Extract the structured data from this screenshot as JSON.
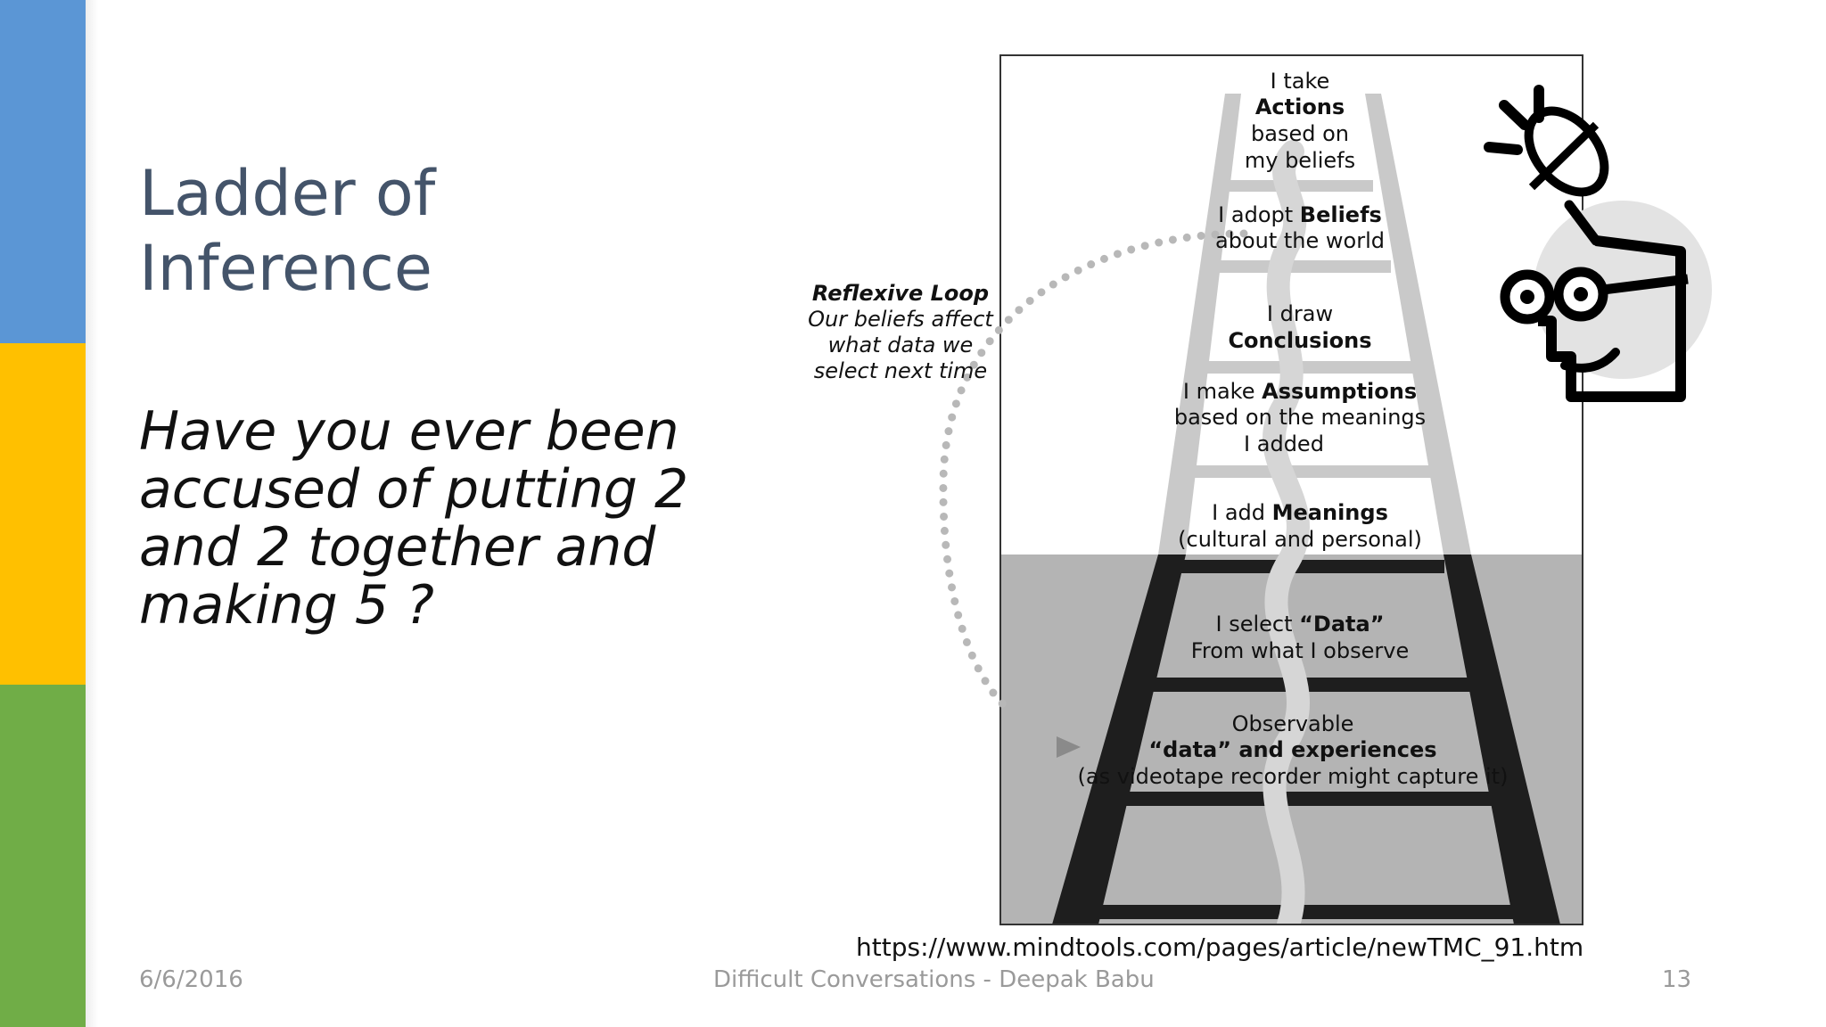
{
  "slide": {
    "title_lines": [
      "Ladder of",
      "Inference"
    ],
    "question_lines": [
      "Have you ever been",
      "accused of putting 2",
      "and 2 together and",
      "making 5 ?"
    ],
    "source_url": "https://www.mindtools.com/pages/article/newTMC_91.htm"
  },
  "diagram": {
    "reflexive_loop": {
      "title": "Reflexive Loop",
      "lines": [
        "Our beliefs affect",
        "what data we",
        "select next time"
      ]
    },
    "rungs": {
      "actions": {
        "l1": "I take",
        "l2": "Actions",
        "l3": "based on",
        "l4": "my beliefs"
      },
      "beliefs": {
        "pre": "I adopt ",
        "bold": "Beliefs",
        "l2": "about the world"
      },
      "conclusions": {
        "l1": "I draw",
        "l2": "Conclusions"
      },
      "assumptions": {
        "pre": "I make ",
        "bold": "Assumptions",
        "l2": "based on the meanings",
        "l3": "I  added"
      },
      "meanings": {
        "pre": "I add ",
        "bold": "Meanings",
        "l2": "(cultural and personal)"
      },
      "data": {
        "pre": "I select ",
        "bold": "“Data”",
        "l2": "From what I observe"
      },
      "observable": {
        "l1": "Observable",
        "l2": "“data” and experiences",
        "l3": "(as videotape recorder might capture it)"
      }
    }
  },
  "footer": {
    "date": "6/6/2016",
    "center": "Difficult Conversations - Deepak Babu",
    "page": "13"
  },
  "colors": {
    "blue_bar": "#5b96d5",
    "yellow_bar": "#ffc000",
    "green_bar": "#70ad47",
    "title": "#44546a",
    "ladder_dark": "#1e1e1e",
    "ground": "#b4b4b4"
  },
  "icons": [
    "thinking-person-icon",
    "lightbulb-icon"
  ]
}
